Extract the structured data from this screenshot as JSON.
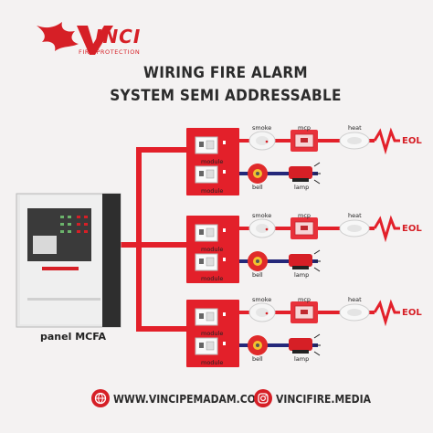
{
  "brand": {
    "name": "INCI",
    "subtitle": "FIRE PROTECTION",
    "color": "#d61f26"
  },
  "title": {
    "line1": "WIRING FIRE ALARM",
    "line2": "SYSTEM SEMI ADDRESSABLE"
  },
  "panel": {
    "label": "panel MCFA"
  },
  "rows": [
    {
      "module_top": "module",
      "module_bottom": "module",
      "smoke": "smoke",
      "mcp": "mcp",
      "heat": "heat",
      "eol": "EOL",
      "bell": "bell",
      "lamp": "lamp"
    },
    {
      "module_top": "module",
      "module_bottom": "module",
      "smoke": "smoke",
      "mcp": "mcp",
      "heat": "heat",
      "eol": "EOL",
      "bell": "bell",
      "lamp": "lamp"
    },
    {
      "module_top": "module",
      "module_bottom": "module",
      "smoke": "smoke",
      "mcp": "mcp",
      "heat": "heat",
      "eol": "EOL",
      "bell": "bell",
      "lamp": "lamp"
    }
  ],
  "footer": {
    "website": "WWW.VINCIPEMADAM.COM",
    "instagram": "VINCIFIRE.MEDIA",
    "web_icon": "globe-icon",
    "ig_icon": "instagram-icon"
  }
}
